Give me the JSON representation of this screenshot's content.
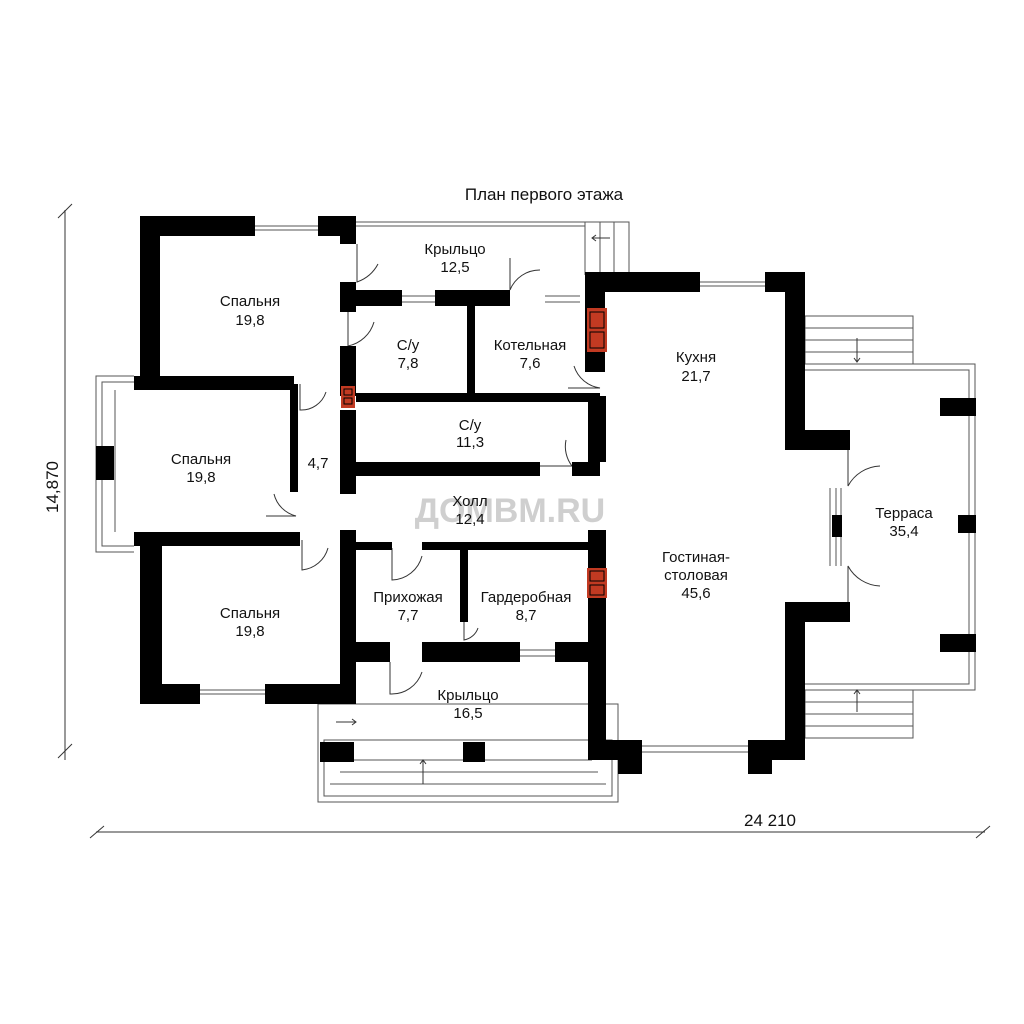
{
  "title": "План первого этажа",
  "watermark": "ДОМВМ.RU",
  "dimensions": {
    "width": "24 210",
    "height": "14,870"
  },
  "rooms": [
    {
      "id": "porch-top",
      "name": "Крыльцо",
      "area": "12,5"
    },
    {
      "id": "bedroom-1",
      "name": "Спальня",
      "area": "19,8"
    },
    {
      "id": "wc-1",
      "name": "С/у",
      "area": "7,8"
    },
    {
      "id": "boiler",
      "name": "Котельная",
      "area": "7,6"
    },
    {
      "id": "kitchen",
      "name": "Кухня",
      "area": "21,7"
    },
    {
      "id": "bedroom-2",
      "name": "Спальня",
      "area": "19,8"
    },
    {
      "id": "wc-2",
      "name": "С/у",
      "area": "11,3"
    },
    {
      "id": "corridor",
      "name": "",
      "area": "4,7"
    },
    {
      "id": "hall",
      "name": "Холл",
      "area": "12,4"
    },
    {
      "id": "terrace",
      "name": "Терраса",
      "area": "35,4"
    },
    {
      "id": "living",
      "name": "Гостиная-",
      "name2": "столовая",
      "area": "45,6"
    },
    {
      "id": "entry",
      "name": "Прихожая",
      "area": "7,7"
    },
    {
      "id": "wardrobe",
      "name": "Гардеробная",
      "area": "8,7"
    },
    {
      "id": "bedroom-3",
      "name": "Спальня",
      "area": "19,8"
    },
    {
      "id": "porch-bottom",
      "name": "Крыльцо",
      "area": "16,5"
    }
  ]
}
